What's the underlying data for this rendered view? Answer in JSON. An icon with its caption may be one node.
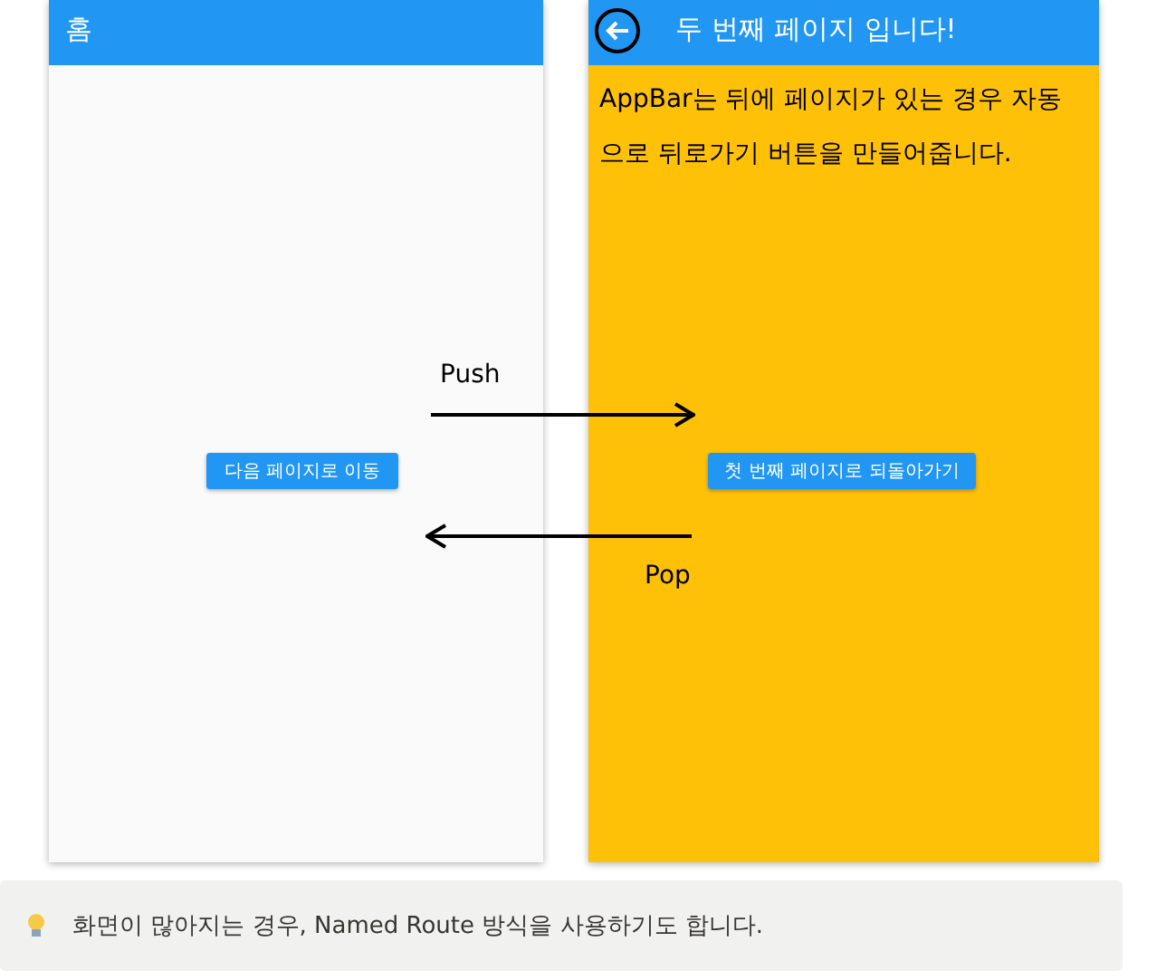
{
  "diagram": {
    "nodes": [
      {
        "text": [
          "홈"
        ]
      },
      {
        "text": [
          "다음 페이지로 이동"
        ],
        "in": 0
      },
      {
        "text": [
          "두 번째 페이지 입니다!",
          "AppBar는 뒤에 페이지가 있는 경우 자동으로 뒤로가기 버튼을 만들어줍니다."
        ]
      },
      {
        "text": [
          "첫 번째 페이지로 되돌아가기"
        ],
        "in": 2
      }
    ],
    "edges": [
      {
        "from": 1,
        "to": 3,
        "arrow": "to",
        "label": "Push"
      },
      {
        "from": 3,
        "to": 1,
        "arrow": "to",
        "label": "Pop"
      }
    ],
    "labels": [
      "화면이 많아지는 경우, Named Route 방식을 사용하기도 합니다."
    ]
  }
}
